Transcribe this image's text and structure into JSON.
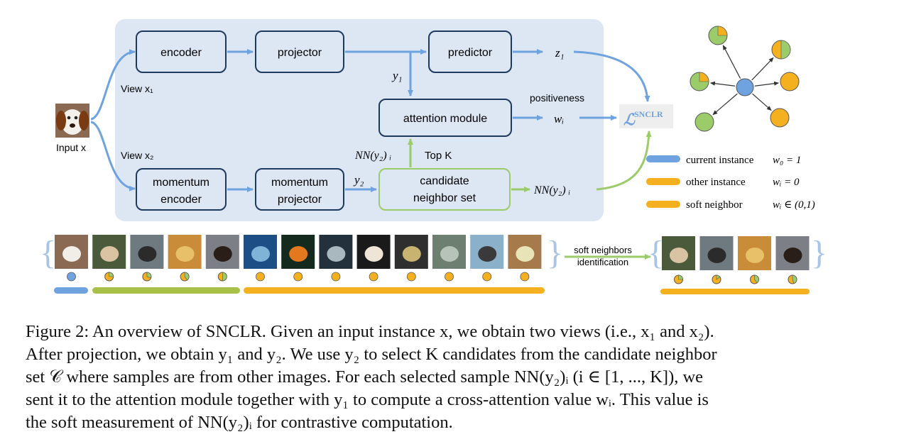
{
  "figure": {
    "input_label": "Input x",
    "view1_label": "View x₁",
    "view2_label": "View x₂",
    "blocks": {
      "encoder": "encoder",
      "projector": "projector",
      "predictor": "predictor",
      "attention": "attention module",
      "momentum_encoder": [
        "momentum",
        "encoder"
      ],
      "momentum_projector": [
        "momentum",
        "projector"
      ],
      "candidate": [
        "candidate",
        "neighbor set"
      ]
    },
    "symbols": {
      "z1": "z₁",
      "y1": "y₁",
      "y2": "y₂",
      "wi": "wᵢ",
      "positiveness": "positiveness",
      "nn_y2_i": "NN(y₂) ᵢ",
      "top_k": "Top K",
      "loss": "ℒ",
      "loss_sup": "SNCLR"
    },
    "legend": [
      {
        "label": "current instance",
        "weight": "w₀ = 1",
        "color": "#6fa3e0"
      },
      {
        "label": "other instance",
        "weight": "wᵢ = 0",
        "color": "#f5b020"
      },
      {
        "label": "soft neighbor",
        "weight": "wᵢ ∈ (0,1)",
        "color": "#f5b020"
      }
    ],
    "soft_arrow_label": [
      "soft neighbors",
      "identification"
    ],
    "colors": {
      "blue": "#6fa3e0",
      "green": "#9ccb6a",
      "yellow": "#f5b020",
      "olive": "#a8c048",
      "navy": "#1f3a5f",
      "panel": "#dde6f3"
    },
    "pie_fractions": [
      0,
      0.25,
      0.3,
      0.4,
      0.5
    ],
    "neighbor_pies": [
      0.25,
      0.15,
      0.4,
      0.45
    ]
  },
  "caption": {
    "line1": "Figure 2: An overview of SNCLR. Given an input instance x, we obtain two views (i.e., x₁ and x₂).",
    "line2": "After projection, we obtain y₁ and y₂. We use y₂ to select K candidates from the candidate neighbor",
    "line3": "set 𝒞 where samples are from other images. For each selected sample NN(y₂)ᵢ (i ∈ [1, ..., K]), we",
    "line4": "sent it to the attention module together with y₁ to compute a cross-attention value wᵢ. This value is",
    "line5": "the soft measurement of NN(y₂)ᵢ for contrastive computation."
  }
}
